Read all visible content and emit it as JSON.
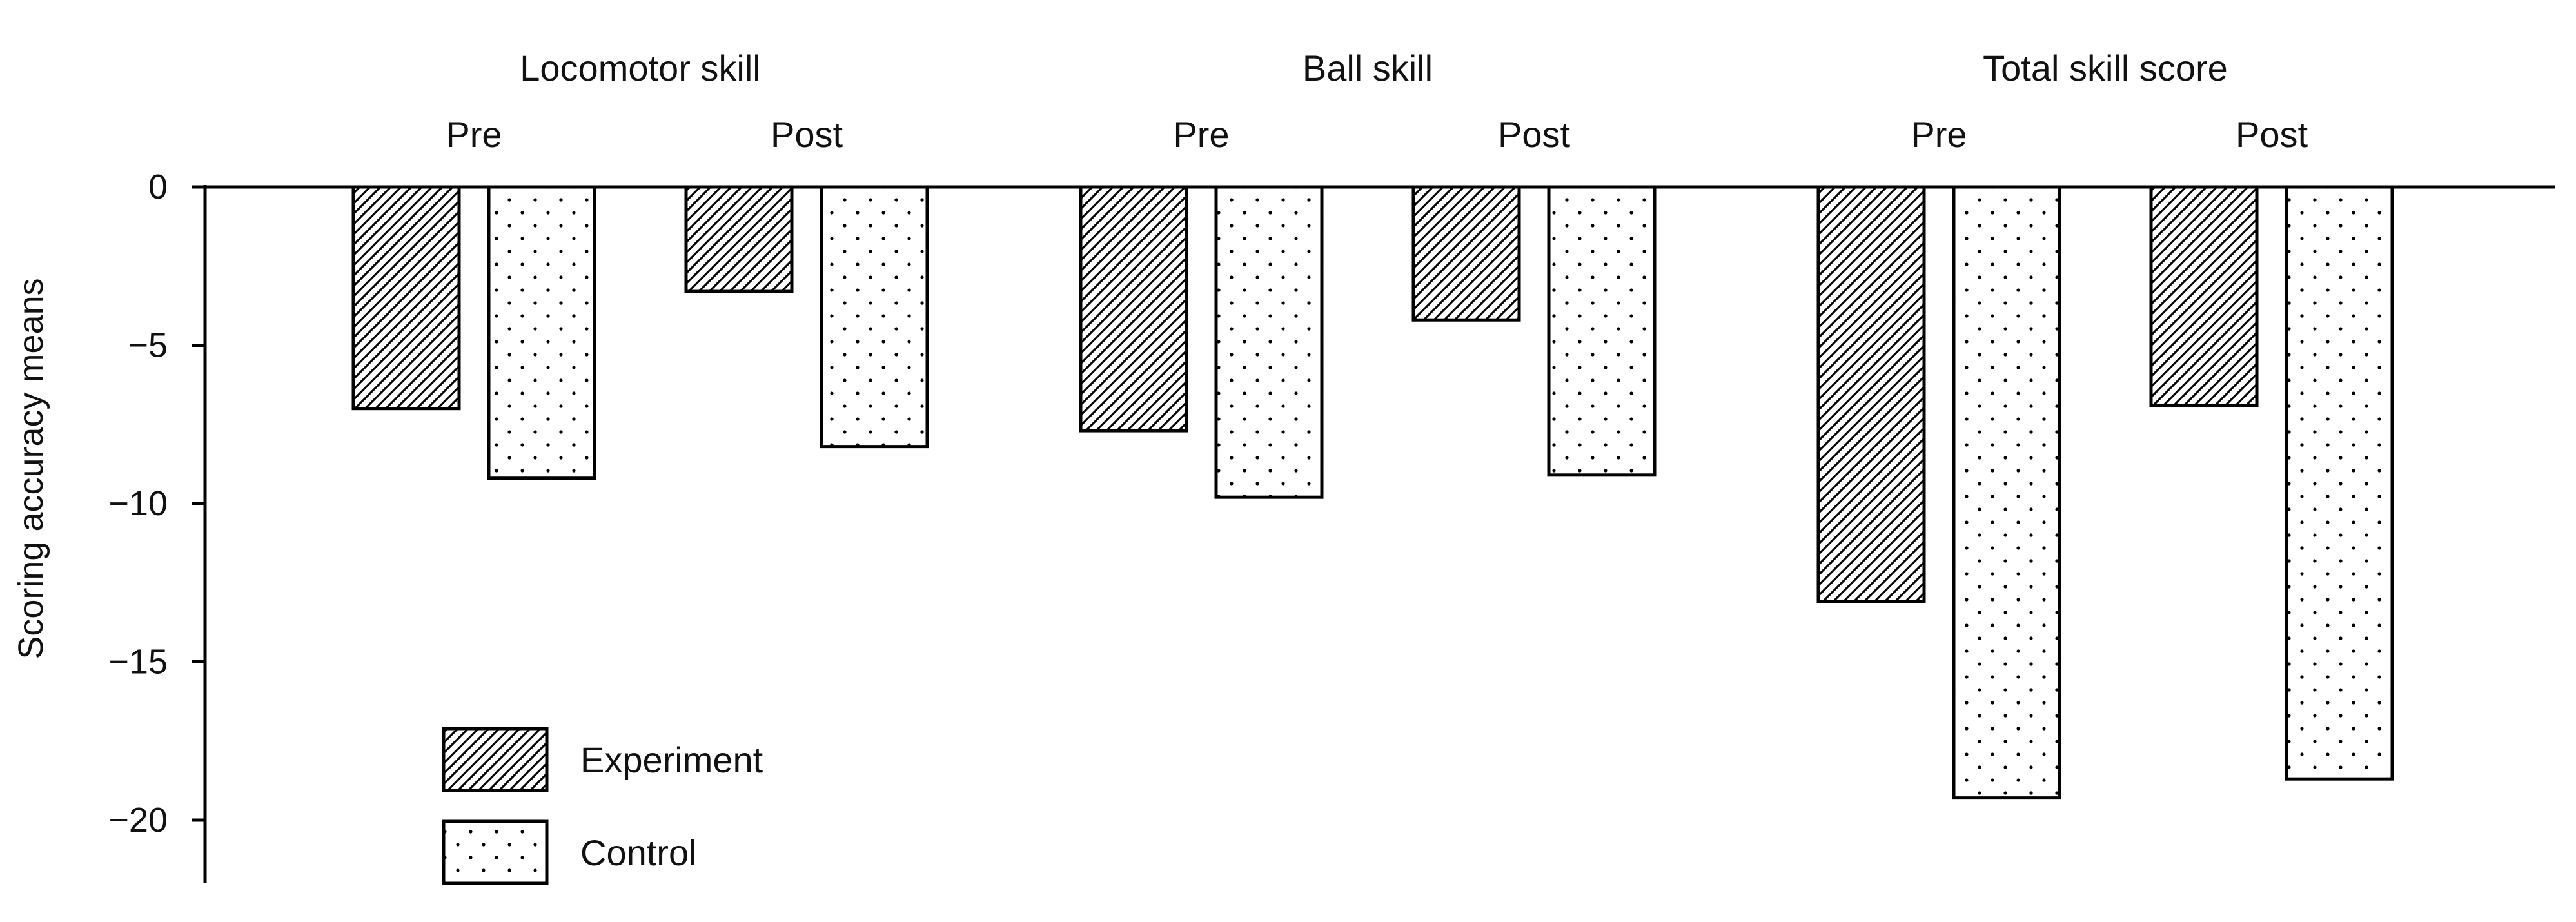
{
  "chart_data": {
    "type": "bar",
    "ylabel": "Scoring accuracy means",
    "ylim": [
      -22,
      0
    ],
    "yticks": [
      0,
      -5,
      -10,
      -15,
      -20
    ],
    "ytick_labels": [
      "0",
      "−5",
      "−10",
      "−15",
      "−20"
    ],
    "groups": [
      {
        "label": "Locomotor skill",
        "phases": [
          "Pre",
          "Post"
        ]
      },
      {
        "label": "Ball skill",
        "phases": [
          "Pre",
          "Post"
        ]
      },
      {
        "label": "Total skill score",
        "phases": [
          "Pre",
          "Post"
        ]
      }
    ],
    "categories": [
      "Locomotor skill Pre",
      "Locomotor skill Post",
      "Ball skill Pre",
      "Ball skill Post",
      "Total skill score Pre",
      "Total skill score Post"
    ],
    "series": [
      {
        "name": "Experiment",
        "pattern": "diagonal-hatch",
        "values": [
          -7.0,
          -3.3,
          -7.7,
          -4.2,
          -13.1,
          -6.9
        ]
      },
      {
        "name": "Control",
        "pattern": "dots",
        "values": [
          -9.2,
          -8.2,
          -9.8,
          -9.1,
          -19.3,
          -18.7
        ]
      }
    ],
    "legend": {
      "position": "bottom-left"
    },
    "grid": false,
    "colors": {
      "bar_fill": "#ffffff",
      "stroke": "#000000"
    }
  }
}
